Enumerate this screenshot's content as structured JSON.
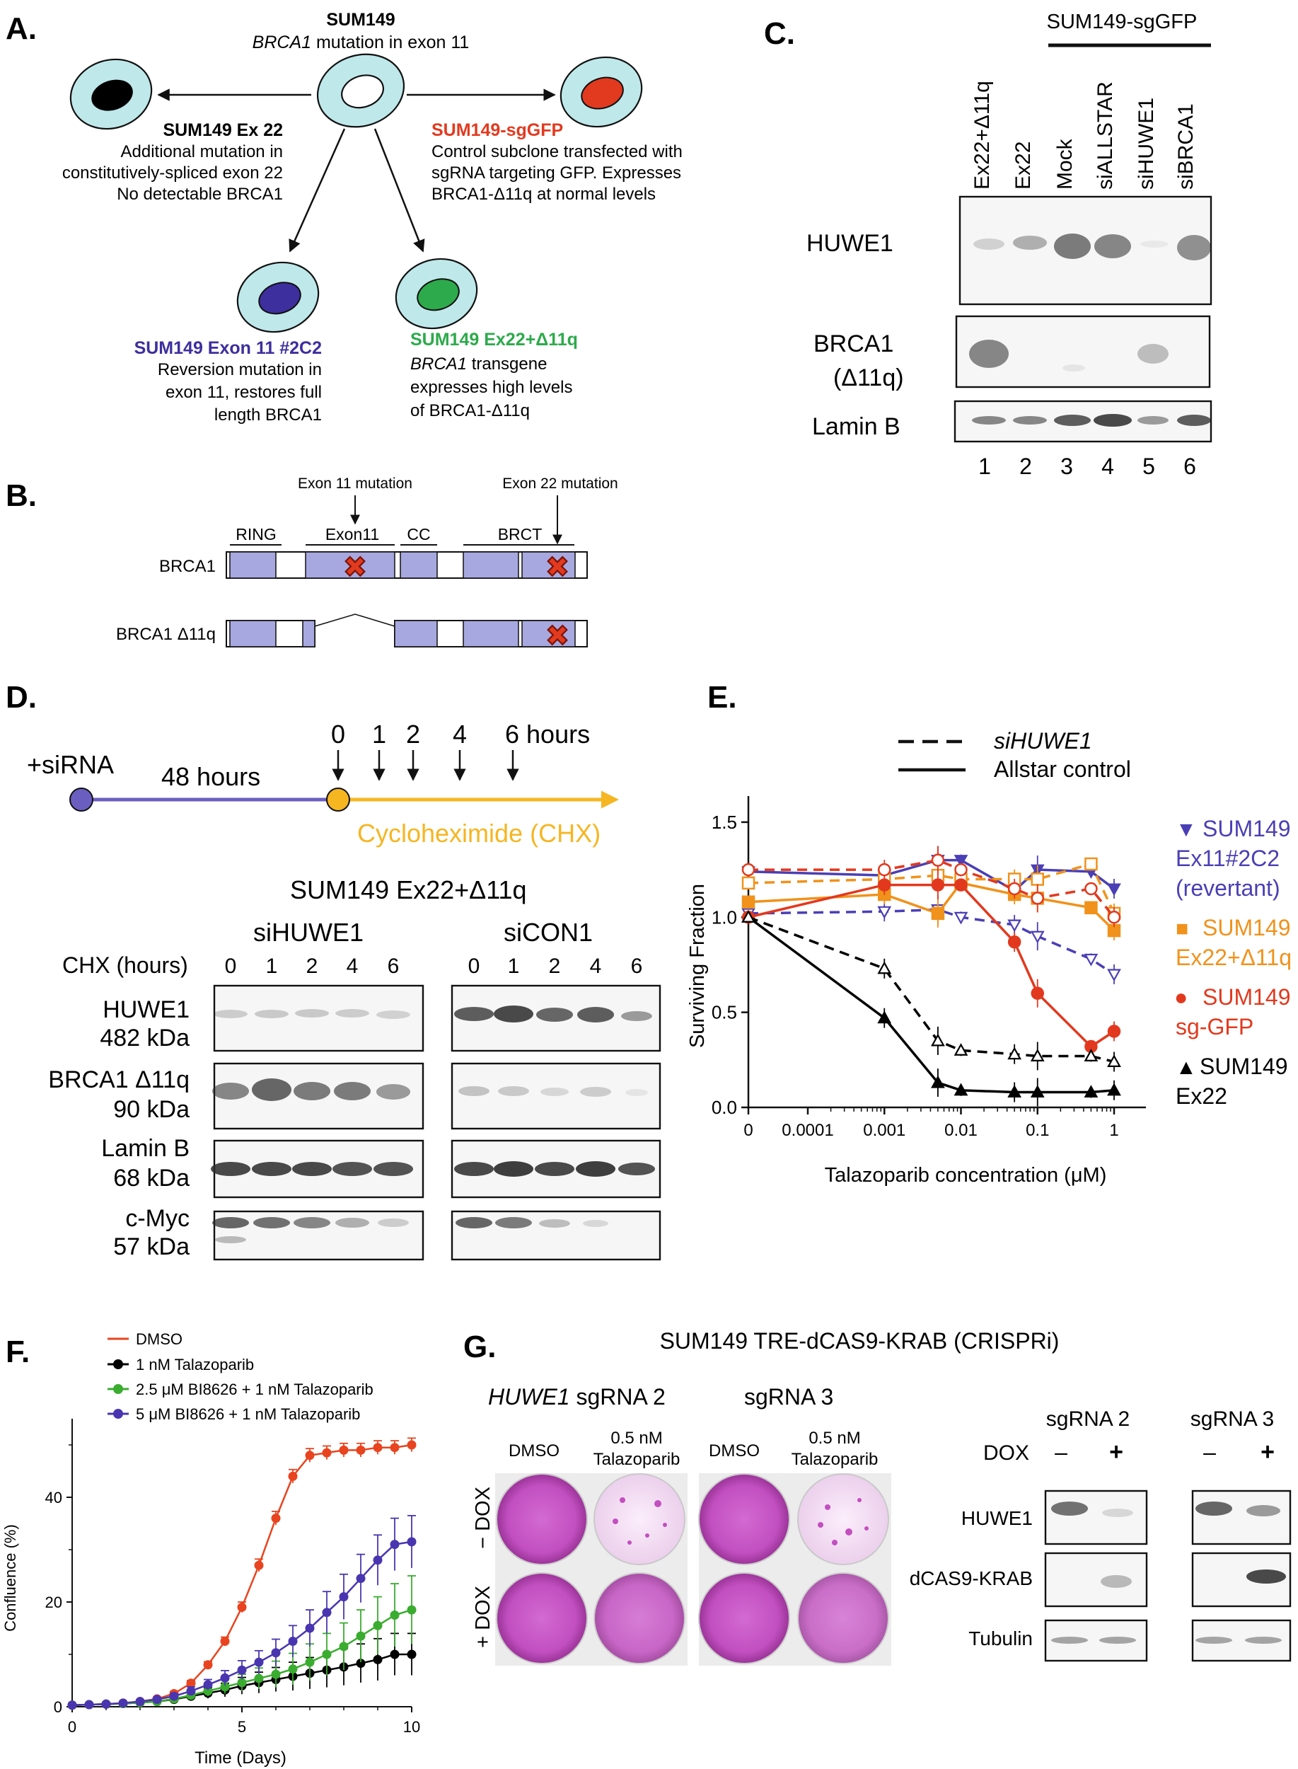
{
  "panel_labels": {
    "a": "A.",
    "b": "B.",
    "c": "C.",
    "d": "D.",
    "e": "E.",
    "f": "F.",
    "g": "G."
  },
  "panel_a": {
    "parent": {
      "name": "SUM149",
      "desc": "BRCA1 mutation in exon 11",
      "desc_gene": "BRCA1",
      "desc_rest": " mutation in exon 11"
    },
    "ex22": {
      "name": "SUM149 Ex 22",
      "lines": [
        "Additional mutation in",
        "constitutively-spliced exon 22",
        "No detectable BRCA1"
      ]
    },
    "sggfp": {
      "name": "SUM149-sgGFP",
      "lines": [
        "Control subclone transfected with",
        "sgRNA targeting GFP. Expresses",
        "BRCA1-Δ11q at normal levels"
      ]
    },
    "ex11": {
      "name": "SUM149 Exon 11 #2C2",
      "lines": [
        "Reversion mutation in",
        "exon 11, restores full",
        "length BRCA1"
      ]
    },
    "ex22d11": {
      "name": "SUM149 Ex22+Δ11q",
      "gene": "BRCA1",
      "line1_rest": " transgene",
      "lines": [
        "expresses high levels",
        "of BRCA1-Δ11q"
      ]
    },
    "colors": {
      "cell": "#bfe8ea",
      "ex22": "#000000",
      "sggfp": "#e23a1f",
      "ex11": "#3d2f9e",
      "ex22d11": "#2daa4b"
    }
  },
  "panel_b": {
    "labels": {
      "exon11_mut": "Exon 11 mutation",
      "exon22_mut": "Exon 22 mutation",
      "ring": "RING",
      "exon11": "Exon11",
      "cc": "CC",
      "brct": "BRCT",
      "brca1": "BRCA1",
      "d11q": "BRCA1 Δ11q"
    },
    "domain_color": "#a8a8e0",
    "mut_color": "#e23a1f"
  },
  "panel_c": {
    "header": "SUM149-sgGFP",
    "lanes": [
      "Ex22+Δ11q",
      "Ex22",
      "Mock",
      "siALLSTAR",
      "siHUWE1",
      "siBRCA1"
    ],
    "lane_numbers": [
      "1",
      "2",
      "3",
      "4",
      "5",
      "6"
    ],
    "rows": {
      "huwe1": "HUWE1",
      "brca1_a": "BRCA1",
      "brca1_b": "(Δ11q)",
      "laminb": "Lamin B"
    }
  },
  "panel_d": {
    "sirna": "+siRNA",
    "hours48": "48 hours",
    "timepoints": [
      "0",
      "1",
      "2",
      "4",
      "6 hours"
    ],
    "chx": "Cycloheximide (CHX)",
    "cell_line": "SUM149 Ex22+Δ11q",
    "group1": "siHUWE1",
    "group2": "siCON1",
    "chx_label": "CHX (hours)",
    "chx_times": [
      "0",
      "1",
      "2",
      "4",
      "6"
    ],
    "rows": [
      {
        "name": "HUWE1",
        "size": "482 kDa"
      },
      {
        "name": "BRCA1 Δ11q",
        "size": "90 kDa"
      },
      {
        "name": "Lamin B",
        "size": "68 kDa"
      },
      {
        "name": "c-Myc",
        "size": "57 kDa"
      }
    ],
    "colors": {
      "purple": "#6a5fc1",
      "orange": "#f5b622"
    }
  },
  "panel_e": {
    "legend_dashed": "siHUWE1",
    "legend_solid": "Allstar control",
    "side_labels": [
      {
        "sym": "▼",
        "lines": [
          "SUM149",
          "Ex11#2C2",
          "(revertant)"
        ],
        "color": "#4a3fb5"
      },
      {
        "sym": "■",
        "lines": [
          "SUM149",
          "Ex22+Δ11q"
        ],
        "color": "#f0921b"
      },
      {
        "sym": "●",
        "lines": [
          "SUM149",
          "sg-GFP"
        ],
        "color": "#e2391e"
      },
      {
        "sym": "▲",
        "lines": [
          "SUM149",
          "Ex22"
        ],
        "color": "#000000"
      }
    ]
  },
  "panel_f": {
    "legend": [
      {
        "label": "DMSO",
        "color": "#e8441f"
      },
      {
        "label": "1 nM Talazoparib",
        "color": "#000000"
      },
      {
        "label": "2.5 μM BI8626 + 1 nM Talazoparib",
        "color": "#3aac2f"
      },
      {
        "label": "5 μM BI8626 + 1 nM Talazoparib",
        "color": "#4a35b0"
      }
    ]
  },
  "panel_g": {
    "title": "SUM149 TRE-dCAS9-KRAB (CRISPRi)",
    "sg2_gene": "HUWE1",
    "sg2_rest": " sgRNA 2",
    "sg3": "sgRNA 3",
    "dmso": "DMSO",
    "tal_a": "0.5 nM",
    "tal_b": "Talazoparib",
    "minus_dox": "− DOX",
    "plus_dox": "+ DOX",
    "blot_sg2": "sgRNA 2",
    "blot_sg3": "sgRNA 3",
    "dox": "DOX",
    "minus": "–",
    "plus": "+",
    "rows": [
      "HUWE1",
      "dCAS9-KRAB",
      "Tubulin"
    ],
    "stain_color": "#c24fc0"
  },
  "chart_data": [
    {
      "type": "scatter",
      "panel": "E",
      "ylabel": "Surviving Fraction",
      "xlabel": "Talazoparib concentration (μM)",
      "xscale": "log",
      "xtick_labels": [
        "0",
        "0.0001",
        "0.001",
        "0.01",
        "0.1",
        "1"
      ],
      "ytick_labels": [
        "0.0",
        "0.5",
        "1.0",
        "1.5"
      ],
      "ylim": [
        0,
        1.6
      ],
      "x": [
        0,
        0.001,
        0.005,
        0.01,
        0.05,
        0.1,
        0.5,
        1
      ],
      "series": [
        {
          "name": "SUM149 Ex11#2C2 (revertant)",
          "line": "solid",
          "color": "#4a3fb5",
          "values": [
            1.24,
            1.22,
            1.3,
            1.3,
            1.14,
            1.25,
            1.24,
            1.15
          ]
        },
        {
          "name": "SUM149 Ex11#2C2 (revertant)",
          "line": "dashed",
          "color": "#4a3fb5",
          "values": [
            1.02,
            1.03,
            1.04,
            1.0,
            0.96,
            0.9,
            0.78,
            0.7
          ]
        },
        {
          "name": "SUM149 Ex22+Δ11q",
          "line": "solid",
          "color": "#f0921b",
          "values": [
            1.08,
            1.12,
            1.02,
            1.18,
            1.12,
            1.1,
            1.05,
            0.93
          ]
        },
        {
          "name": "SUM149 Ex22+Δ11q",
          "line": "dashed",
          "color": "#f0921b",
          "values": [
            1.18,
            1.2,
            1.22,
            1.2,
            1.2,
            1.2,
            1.28,
            1.02
          ]
        },
        {
          "name": "SUM149 sg-GFP",
          "line": "solid",
          "color": "#e2391e",
          "values": [
            1.0,
            1.17,
            1.17,
            1.17,
            0.87,
            0.6,
            0.32,
            0.4
          ]
        },
        {
          "name": "SUM149 sg-GFP",
          "line": "dashed",
          "color": "#e2391e",
          "values": [
            1.25,
            1.25,
            1.3,
            1.25,
            1.15,
            1.1,
            1.15,
            1.0
          ]
        },
        {
          "name": "SUM149 Ex22",
          "line": "solid",
          "color": "#000000",
          "values": [
            1.0,
            0.47,
            0.13,
            0.09,
            0.08,
            0.08,
            0.08,
            0.09
          ]
        },
        {
          "name": "SUM149 Ex22",
          "line": "dashed",
          "color": "#000000",
          "values": [
            1.0,
            0.73,
            0.35,
            0.3,
            0.28,
            0.27,
            0.27,
            0.24
          ]
        }
      ]
    },
    {
      "type": "line",
      "panel": "F",
      "ylabel": "Confluence (%)",
      "xlabel": "Time (Days)",
      "xlim": [
        0,
        10
      ],
      "ylim": [
        0,
        55
      ],
      "xticks": [
        0,
        5,
        10
      ],
      "yticks": [
        0,
        20,
        40
      ],
      "x": [
        0,
        0.5,
        1,
        1.5,
        2,
        2.5,
        3,
        3.5,
        4,
        4.5,
        5,
        5.5,
        6,
        6.5,
        7,
        7.5,
        8,
        8.5,
        9,
        9.5,
        10
      ],
      "series": [
        {
          "name": "DMSO",
          "color": "#e8441f",
          "values": [
            0.3,
            0.4,
            0.5,
            0.7,
            1,
            1.5,
            2.5,
            4.5,
            8,
            12.5,
            19,
            27,
            36,
            44,
            48,
            48.5,
            49,
            49,
            49.5,
            49.5,
            50
          ],
          "err": [
            0,
            0,
            0,
            0,
            0,
            0.3,
            0.4,
            0.5,
            0.6,
            0.8,
            1,
            1.2,
            1.3,
            1.3,
            1.3,
            1.3,
            1.3,
            1.3,
            1.3,
            1.3,
            1.3
          ]
        },
        {
          "name": "1 nM Talazoparib",
          "color": "#000000",
          "values": [
            0.3,
            0.4,
            0.5,
            0.6,
            0.8,
            1,
            1.4,
            2,
            2.6,
            3.2,
            4,
            4.6,
            5.2,
            5.8,
            6.4,
            7,
            7.6,
            8.3,
            9,
            10,
            10
          ],
          "err": [
            0,
            0,
            0,
            0,
            0,
            0.3,
            0.5,
            0.7,
            1,
            1.3,
            1.6,
            2,
            2.3,
            2.7,
            3,
            3.3,
            3.5,
            3.7,
            4,
            4,
            4
          ]
        },
        {
          "name": "2.5 μM BI8626 + 1 nM Talazoparib",
          "color": "#3aac2f",
          "values": [
            0.3,
            0.4,
            0.5,
            0.6,
            0.8,
            1,
            1.5,
            2.2,
            3,
            3.8,
            4.6,
            5.4,
            6.2,
            7.2,
            8.5,
            10,
            11.5,
            13.5,
            15.5,
            17.5,
            18.5
          ],
          "err": [
            0,
            0,
            0,
            0,
            0,
            0.3,
            0.5,
            0.7,
            1,
            1.3,
            1.6,
            2,
            2.5,
            3,
            3.5,
            4,
            4.5,
            5,
            5.5,
            6,
            6.5
          ]
        },
        {
          "name": "5 μM BI8626 + 1 nM Talazoparib",
          "color": "#4a35b0",
          "values": [
            0.3,
            0.4,
            0.5,
            0.7,
            1,
            1.4,
            2,
            3,
            4.2,
            5.5,
            7,
            8.5,
            10.3,
            12.5,
            15,
            18,
            21,
            24.5,
            28,
            31,
            31.5
          ],
          "err": [
            0,
            0,
            0,
            0,
            0,
            0.3,
            0.5,
            0.8,
            1,
            1.4,
            1.8,
            2.2,
            2.6,
            3,
            3.5,
            4,
            4.3,
            4.6,
            4.8,
            5,
            5
          ]
        }
      ]
    }
  ]
}
